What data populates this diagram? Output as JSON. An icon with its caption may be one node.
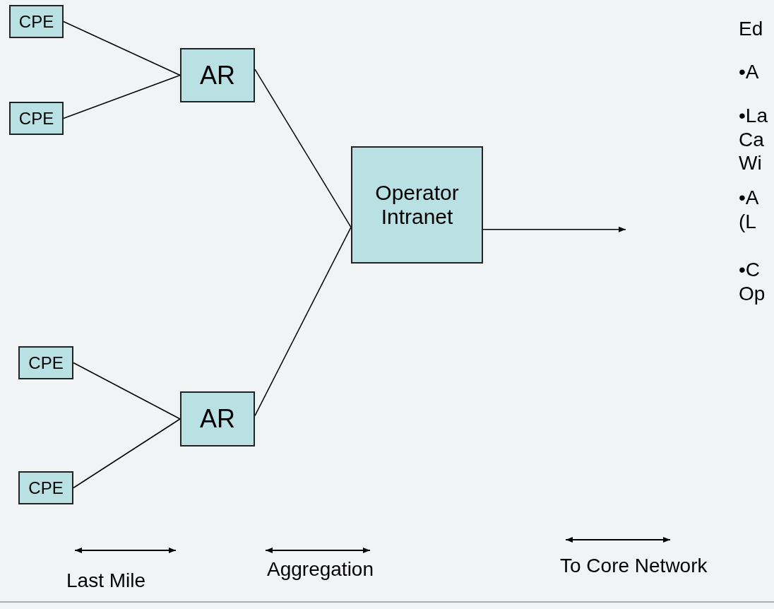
{
  "diagram": {
    "nodes": [
      {
        "text": [
          "CPE"
        ]
      },
      {
        "text": [
          "CPE"
        ]
      },
      {
        "text": [
          "AR"
        ]
      },
      {
        "text": [
          "Operator Intranet"
        ]
      },
      {
        "text": [
          "CPE"
        ]
      },
      {
        "text": [
          "CPE"
        ]
      },
      {
        "text": [
          "AR"
        ]
      }
    ],
    "edges": [
      {
        "from": 0,
        "to": 2,
        "arrow": "none"
      },
      {
        "from": 1,
        "to": 2,
        "arrow": "none"
      },
      {
        "from": 2,
        "to": 3,
        "arrow": "none"
      },
      {
        "from": 6,
        "to": 3,
        "arrow": "none"
      },
      {
        "from": 4,
        "to": 6,
        "arrow": "none"
      },
      {
        "from": 5,
        "to": 6,
        "arrow": "none"
      },
      {
        "from": 3,
        "to": null,
        "arrow": "to"
      }
    ],
    "labels": [
      "Ed",
      "•A",
      "•La Ca Wi",
      "•A (L",
      "•C Op",
      "Last Mile",
      "Aggregation",
      "To Core Network"
    ]
  }
}
